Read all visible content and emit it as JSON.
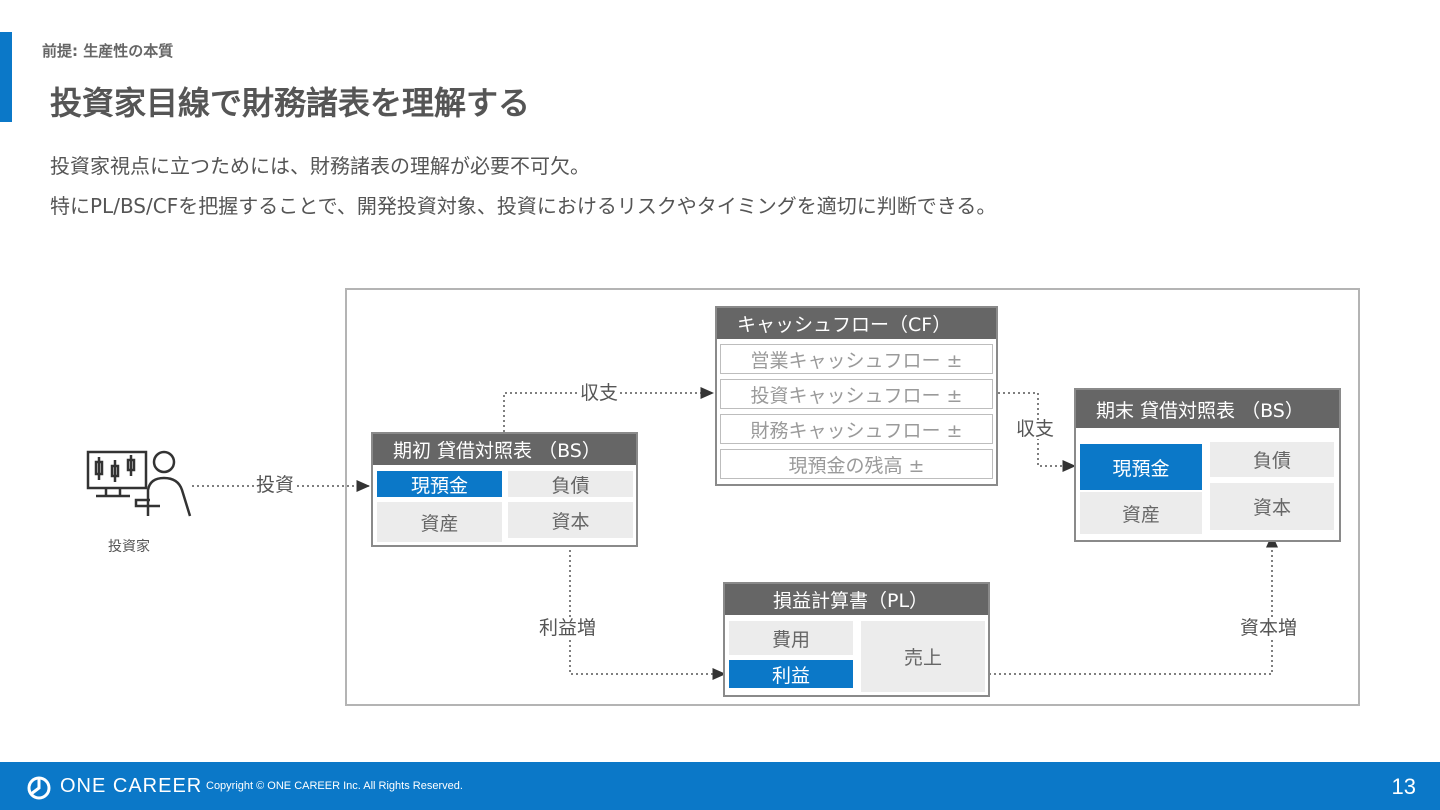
{
  "header": {
    "breadcrumb": "前提: 生産性の本質",
    "title": "投資家目線で財務諸表を理解する",
    "desc_line1": "投資家視点に立つためには、財務諸表の理解が必要不可欠。",
    "desc_line2": "特にPL/BS/CFを把握することで、開発投資対象、投資におけるリスクやタイミングを適切に判断できる。"
  },
  "diagram": {
    "investor": {
      "icon": "investor-trading-icon",
      "label": "投資家"
    },
    "flows": {
      "invest": "投資",
      "cash_flow": "収支",
      "cf_to_bs": "収支",
      "profit_increase": "利益増",
      "capital_increase": "資本増"
    },
    "bs_opening": {
      "title": "期初 貸借対照表 （BS）",
      "cash": "現預金",
      "assets": "資産",
      "liabilities": "負債",
      "capital": "資本"
    },
    "cf": {
      "title": "キャッシュフロー（CF）",
      "rows": [
        "営業キャッシュフロー ±",
        "投資キャッシュフロー ±",
        "財務キャッシュフロー ±",
        "現預金の残高 ±"
      ]
    },
    "bs_closing": {
      "title": "期末 貸借対照表 （BS）",
      "cash": "現預金",
      "assets": "資産",
      "liabilities": "負債",
      "capital": "資本"
    },
    "pl": {
      "title": "損益計算書（PL）",
      "expenses": "費用",
      "profit": "利益",
      "sales": "売上"
    }
  },
  "footer": {
    "logo": "ONE CAREER",
    "copyright": "Copyright © ONE CAREER Inc. All Rights Reserved.",
    "page_number": "13"
  },
  "colors": {
    "accent": "#0b78c8",
    "header_gray": "#666666",
    "cell_gray": "#ececec"
  }
}
